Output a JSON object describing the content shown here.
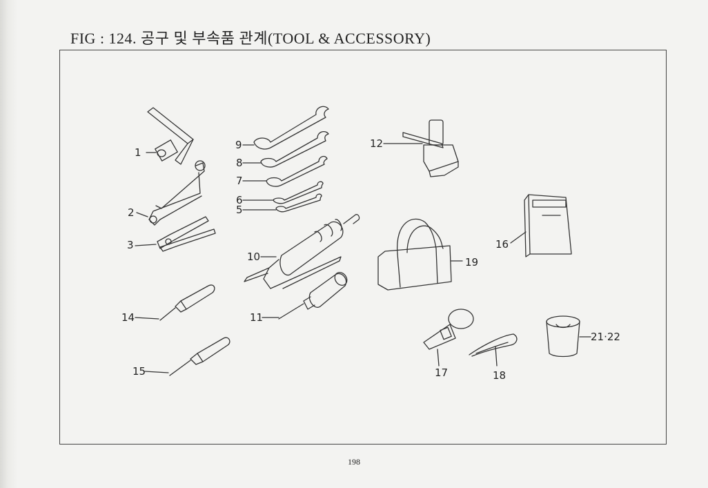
{
  "figure": {
    "title": "FIG : 124. 공구 및 부속품 관계(TOOL & ACCESSORY)"
  },
  "callouts": {
    "c1": "1",
    "c2": "2",
    "c3": "3",
    "c5": "5",
    "c6": "6",
    "c7": "7",
    "c8": "8",
    "c9": "9",
    "c10": "10",
    "c11": "11",
    "c12": "12",
    "c14": "14",
    "c15": "15",
    "c16": "16",
    "c17": "17",
    "c18": "18",
    "c19": "19",
    "c21_22": "21·22"
  },
  "page": {
    "number": "198"
  },
  "colors": {
    "ink": "#333333",
    "paper": "#f3f3f1"
  }
}
